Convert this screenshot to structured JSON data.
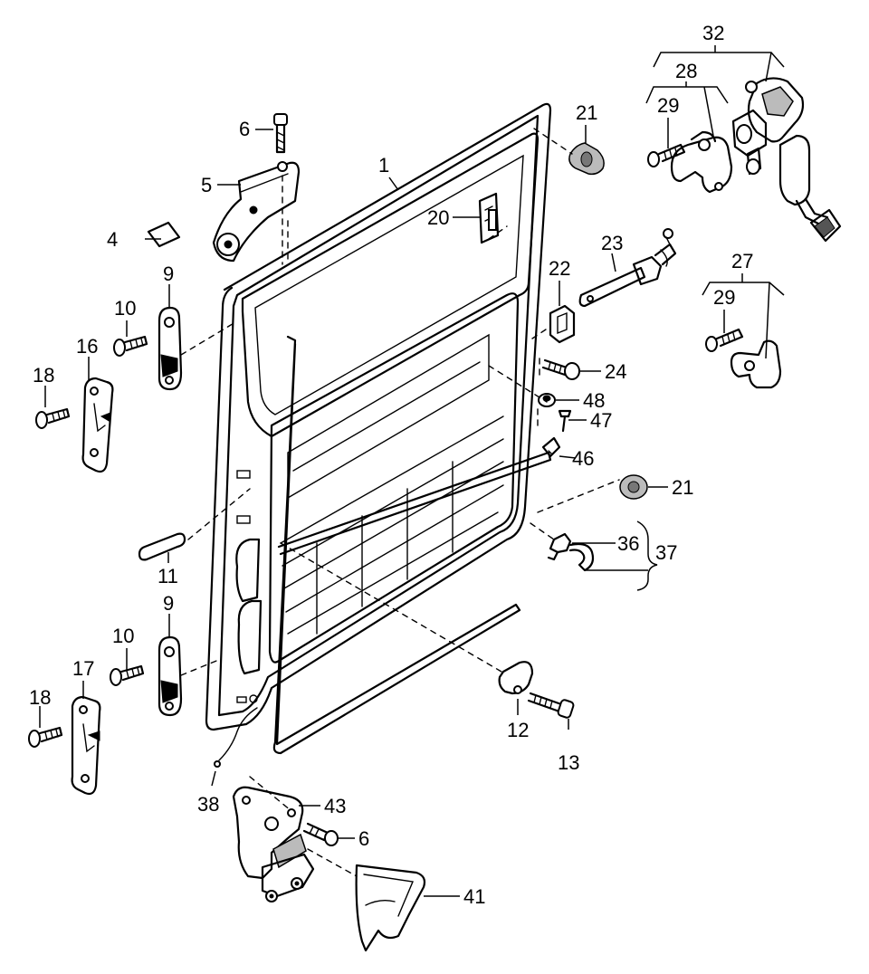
{
  "callouts": {
    "n1": "1",
    "n4": "4",
    "n5": "5",
    "n6a": "6",
    "n6b": "6",
    "n9a": "9",
    "n9b": "9",
    "n10a": "10",
    "n10b": "10",
    "n11": "11",
    "n12": "12",
    "n13": "13",
    "n16": "16",
    "n17": "17",
    "n18a": "18",
    "n18b": "18",
    "n20": "20",
    "n21a": "21",
    "n21b": "21",
    "n22": "22",
    "n23": "23",
    "n24": "24",
    "n27": "27",
    "n28": "28",
    "n29a": "29",
    "n29b": "29",
    "n32": "32",
    "n36": "36",
    "n37": "37",
    "n38": "38",
    "n41": "41",
    "n43": "43",
    "n46": "46",
    "n47": "47",
    "n48": "48"
  }
}
